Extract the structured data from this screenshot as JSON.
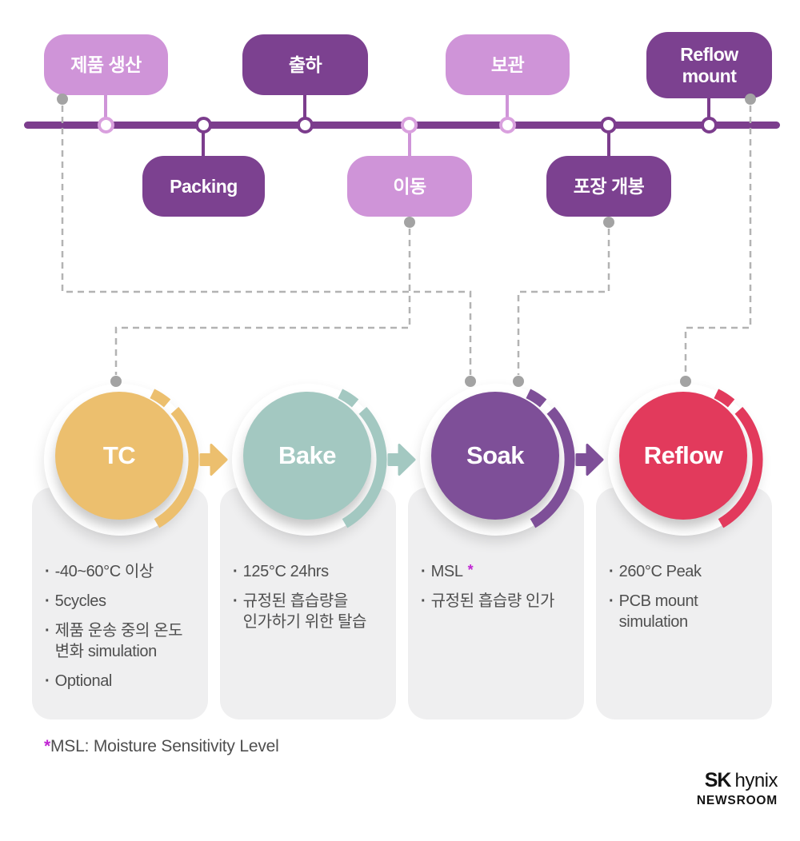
{
  "colors": {
    "purple-dark": "#7c4190",
    "purple-light": "#cf94d8",
    "node-light": "#d9a0de",
    "timeline-purple": "#7c3d8d",
    "stage-tc": "#ecbf6e",
    "stage-bake": "#a3c8c1",
    "stage-soak": "#7e4f98",
    "stage-reflow": "#e23a5c",
    "card-bg": "#efeff0",
    "text-gray": "#4f4f4f",
    "dash-gray": "#b3b3b3",
    "dot-gray": "#a3a3a3",
    "accent-magenta": "#c026d3",
    "logo-black": "#141414"
  },
  "timeline": {
    "pills": [
      {
        "label": "제품 생산",
        "variant": "light",
        "row": "top"
      },
      {
        "label": "Packing",
        "variant": "dark",
        "row": "bottom"
      },
      {
        "label": "출하",
        "variant": "dark",
        "row": "top"
      },
      {
        "label": "이동",
        "variant": "light",
        "row": "bottom"
      },
      {
        "label": "보관",
        "variant": "light",
        "row": "top"
      },
      {
        "label": "포장 개봉",
        "variant": "dark",
        "row": "bottom"
      },
      {
        "label": "Reflow\nmount",
        "variant": "dark",
        "row": "top"
      }
    ]
  },
  "stages": [
    {
      "name": "TC",
      "items": [
        {
          "text": "-40~60°C 이상"
        },
        {
          "text": "5cycles"
        },
        {
          "text": "제품 운송 중의 온도\n변화 simulation"
        },
        {
          "text": "Optional"
        }
      ]
    },
    {
      "name": "Bake",
      "items": [
        {
          "text": "125°C 24hrs"
        },
        {
          "text": "규정된 흡습량을\n인가하기 위한 탈습"
        }
      ]
    },
    {
      "name": "Soak",
      "items": [
        {
          "text": "MSL",
          "mark": "*"
        },
        {
          "text": "규정된 흡습량 인가"
        }
      ]
    },
    {
      "name": "Reflow",
      "items": [
        {
          "text": "260°C Peak"
        },
        {
          "text": "PCB mount\nsimulation"
        }
      ]
    }
  ],
  "footnote": {
    "mark": "*",
    "text": "MSL: Moisture Sensitivity Level"
  },
  "logo": {
    "sk": "SK",
    "hynix": "hynix",
    "newsroom": "NEWSROOM"
  },
  "ui": {
    "bullet": "·"
  }
}
